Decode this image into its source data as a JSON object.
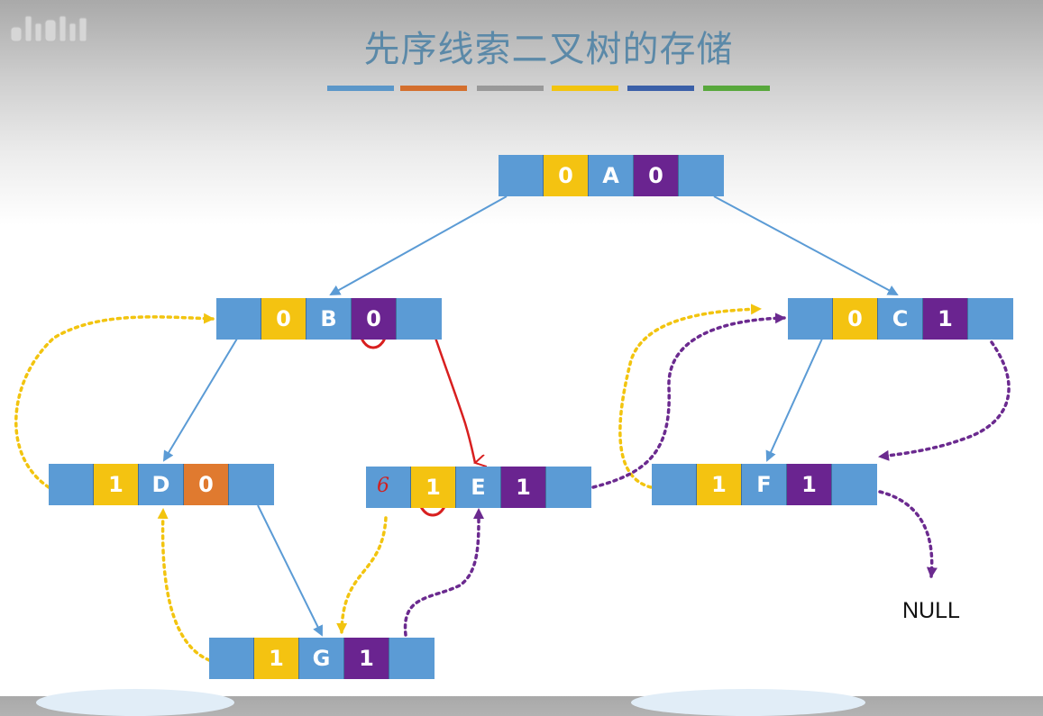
{
  "title": "先序线索二叉树的存储",
  "palette": [
    "#5b97c9",
    "#d46f2e",
    "#999999",
    "#f2c40f",
    "#3a5fa8",
    "#58a83c"
  ],
  "colors": {
    "ptr": "#5b9bd5",
    "ltag": "#f4c311",
    "data": "#5b9bd5",
    "rtag": "#6a2490",
    "rtag_alt": "#e07a2f",
    "tree_edge": "#5b9bd5",
    "pred_thread": "#f2c40f",
    "succ_thread": "#6b2a8f",
    "annotation": "#d81f1f"
  },
  "nodes": {
    "A": {
      "ltag": "0",
      "data": "A",
      "rtag": "0"
    },
    "B": {
      "ltag": "0",
      "data": "B",
      "rtag": "0"
    },
    "C": {
      "ltag": "0",
      "data": "C",
      "rtag": "1"
    },
    "D": {
      "ltag": "1",
      "data": "D",
      "rtag": "0"
    },
    "E": {
      "ltag": "1",
      "data": "E",
      "rtag": "1"
    },
    "F": {
      "ltag": "1",
      "data": "F",
      "rtag": "1"
    },
    "G": {
      "ltag": "1",
      "data": "G",
      "rtag": "1"
    }
  },
  "null_label": "NULL",
  "annotation_mark": "6",
  "edges": {
    "tree": [
      [
        "A",
        "B"
      ],
      [
        "A",
        "C"
      ],
      [
        "B",
        "D"
      ],
      [
        "C",
        "F"
      ],
      [
        "D",
        "G"
      ]
    ],
    "pred_threads": [
      [
        "D",
        "B"
      ],
      [
        "E",
        "G"
      ],
      [
        "G",
        "D"
      ],
      [
        "F",
        "C"
      ]
    ],
    "succ_threads": [
      [
        "C",
        "F"
      ],
      [
        "E",
        "C"
      ],
      [
        "G",
        "E"
      ],
      [
        "F",
        "NULL"
      ]
    ],
    "annotation_arrow": [
      "B",
      "E"
    ]
  }
}
